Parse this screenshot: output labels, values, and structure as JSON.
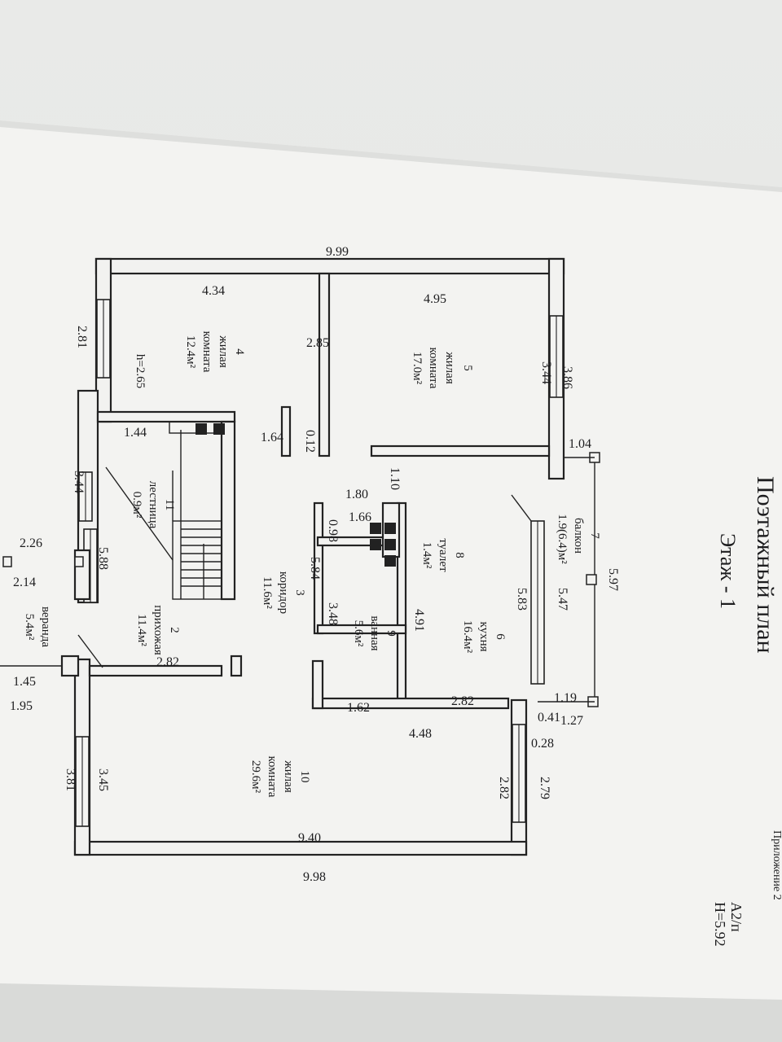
{
  "title": "Поэтажный план",
  "subtitle": "Этаж - 1",
  "corner_text": "Приложение 2",
  "class_mark": "А2/п",
  "height_mark": "H=5.92",
  "rooms": [
    {
      "num": "4",
      "line1": "жилая",
      "line2": "комната",
      "area": "12.4м²"
    },
    {
      "num": "5",
      "line1": "жилая",
      "line2": "комната",
      "area": "17.0м²"
    },
    {
      "num": "6",
      "line1": "кухня",
      "area": "16.4м²"
    },
    {
      "num": "7",
      "line1": "балкон",
      "area": "1.9(6.4)м²"
    },
    {
      "num": "8",
      "line1": "туалет",
      "area": "1.4м²"
    },
    {
      "num": "9",
      "line1": "ванная",
      "area": "5.6м²"
    },
    {
      "num": "3",
      "line1": "коридор",
      "area": "11.6м²"
    },
    {
      "num": "2",
      "line1": "прихожая",
      "area": "11.4м²"
    },
    {
      "num": "11",
      "line1": "лестница",
      "area": "0.9м²"
    },
    {
      "num": "10",
      "line1": "жилая",
      "line2": "комната",
      "area": "29.6м²"
    },
    {
      "num": "",
      "line1": "веранда",
      "area": "5.4м²"
    }
  ],
  "ceiling_height": "h=2.65",
  "dims": [
    "9.99",
    "4.34",
    "4.95",
    "3.86",
    "3.44",
    "2.81",
    "2.85",
    "1.44",
    "1.64",
    "0.12",
    "1.04",
    "1.10",
    "1.80",
    "1.66",
    "0.98",
    "5.84",
    "3.48",
    "5.97",
    "5.47",
    "5.83",
    "4.91",
    "2.82",
    "1.62",
    "4.48",
    "1.19",
    "1.27",
    "0.41",
    "0.28",
    "2.79",
    "2.82",
    "3.45",
    "3.81",
    "9.40",
    "9.98",
    "3.44",
    "5.88",
    "2.26",
    "2.14",
    "1.45",
    "1.95",
    "2.82"
  ]
}
